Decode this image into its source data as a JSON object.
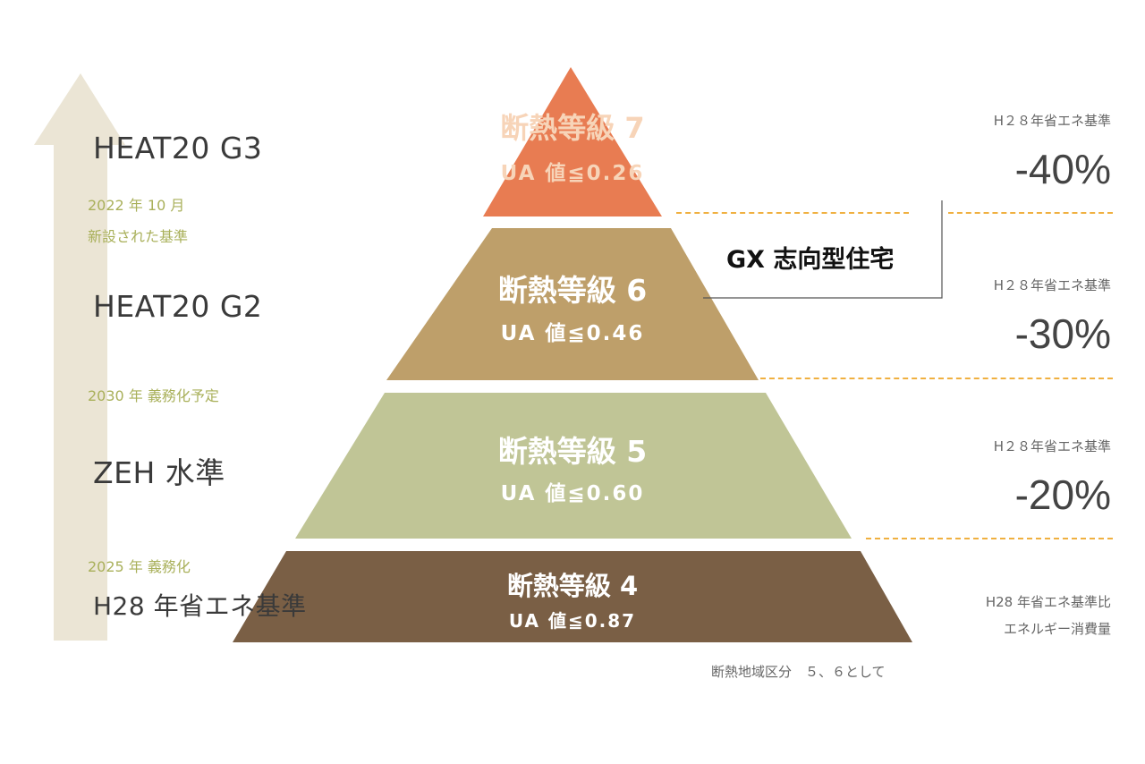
{
  "colors": {
    "arrow": "#ebe5d5",
    "tier7": "#e87c52",
    "tier6": "#be9f6a",
    "tier5": "#c0c596",
    "tier4": "#7a5f45",
    "dash": "#f0b040",
    "note": "#a9b05a"
  },
  "left_labels": {
    "g3": "HEAT20 G3",
    "g2": "HEAT20 G2",
    "zeh": "ZEH 水準",
    "h28": "H28 年省エネ基準"
  },
  "notes": {
    "n2022_line1": "2022 年 10 月",
    "n2022_line2": "新設された基準",
    "n2030": "2030 年 義務化予定",
    "n2025": "2025 年 義務化"
  },
  "tiers": {
    "t7": {
      "title": "断熱等級 7",
      "ua": "UA 値≦0.26"
    },
    "t6": {
      "title": "断熱等級 6",
      "ua": "UA 値≦0.46"
    },
    "t5": {
      "title": "断熱等級 5",
      "ua": "UA 値≦0.60"
    },
    "t4": {
      "title": "断熱等級 4",
      "ua": "UA 値≦0.87"
    }
  },
  "right": {
    "r7_small": "H２８年省エネ基準",
    "r7_big": "-40%",
    "r6_small": "H２８年省エネ基準",
    "r6_big": "-30%",
    "r5_small": "H２８年省エネ基準",
    "r5_big": "-20%",
    "r4_line1": "H28 年省エネ基準比",
    "r4_line2": "エネルギー消費量"
  },
  "gx_label": "GX 志向型住宅",
  "footnote": "断熱地域区分　５、６として"
}
